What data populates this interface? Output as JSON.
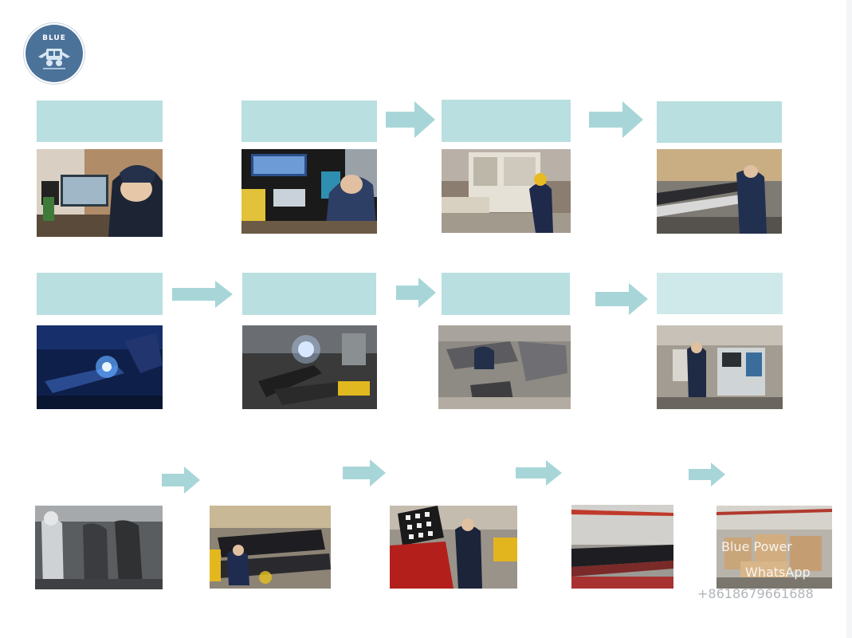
{
  "logo": {
    "text": "BLUE",
    "primary_color": "#4b7299"
  },
  "colors": {
    "label_fill": "#b9dfe0",
    "arrow_fill": "#a8d6d8"
  },
  "watermark": {
    "brand": "Blue Power",
    "app": "WhatsApp",
    "phone": "+8618679661688"
  }
}
